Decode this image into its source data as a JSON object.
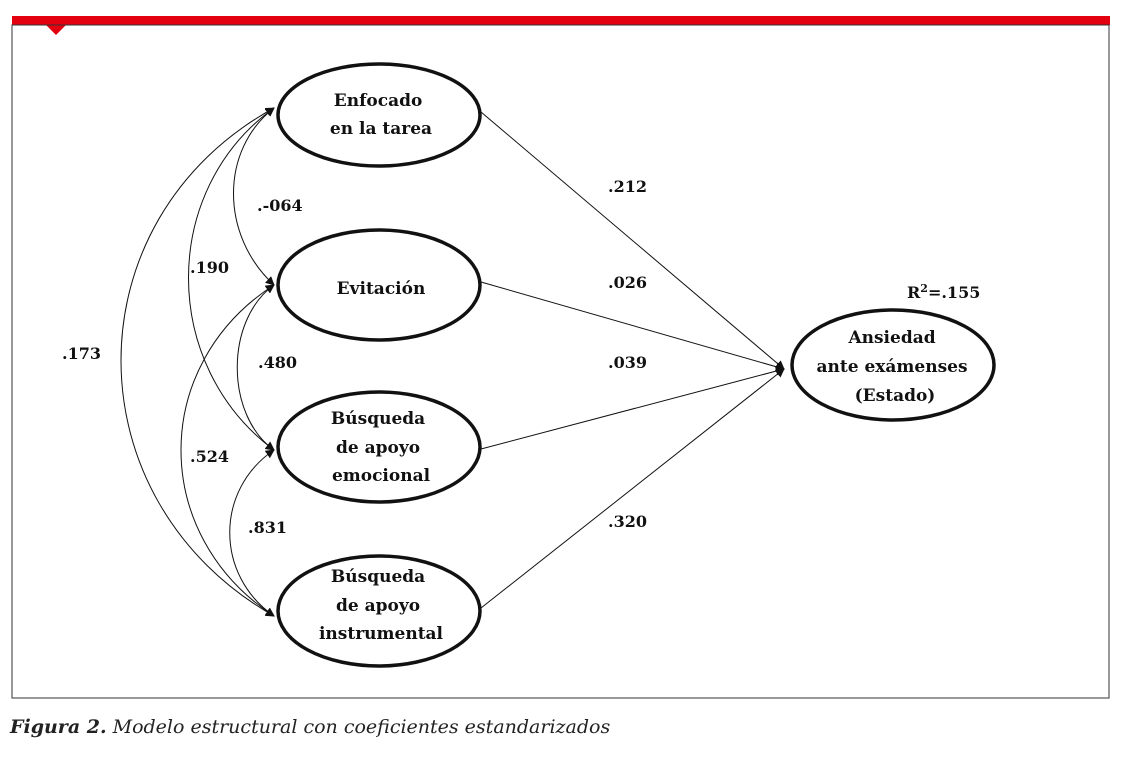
{
  "colors": {
    "accent_bar": "#e3000f",
    "ink": "#111111",
    "frame": "#333333"
  },
  "nodes": {
    "enfocado": [
      "Enfocado",
      "en la tarea"
    ],
    "evitacion": [
      "Evitación"
    ],
    "emocional": [
      "Búsqueda",
      "de apoyo",
      "emocional"
    ],
    "instrumental": [
      "Búsqueda",
      "de apoyo",
      "instrumental"
    ],
    "ansiedad": [
      "Ansiedad",
      "ante exámenses",
      "(Estado)"
    ]
  },
  "paths": {
    "enfocado_ansiedad": ".212",
    "evitacion_ansiedad": ".026",
    "emocional_ansiedad": ".039",
    "instrumental_ansiedad": ".320"
  },
  "correlations": {
    "enfocado_evitacion": ".-064",
    "enfocado_emocional": ".190",
    "enfocado_instrumental": ".173",
    "evitacion_emocional": ".480",
    "evitacion_instrumental": ".524",
    "emocional_instrumental": ".831"
  },
  "r_squared": {
    "prefix": "R",
    "sup": "2",
    "value": "=.155"
  },
  "caption": {
    "label": "Figura 2.",
    "text": " Modelo estructural con coeficientes estandarizados"
  }
}
